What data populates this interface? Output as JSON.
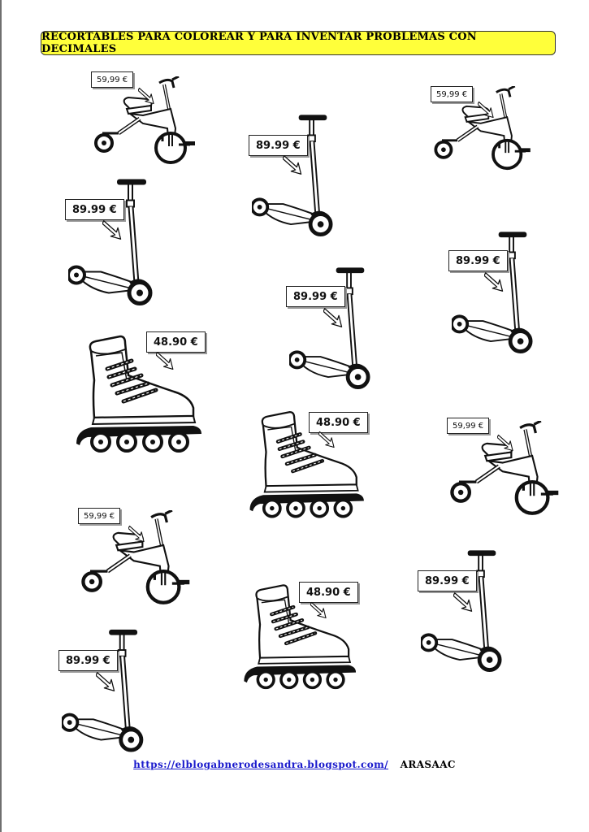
{
  "title": "RECORTABLES PARA COLOREAR Y PARA INVENTAR PROBLEMAS CON DECIMALES",
  "prices": {
    "tricycle": "59,99 €",
    "scooter": "89.99 €",
    "skate": "48.90 €"
  },
  "footer": {
    "link": "https://elblogabnerodesandra.blogspot.com/",
    "credit": "ARASAAC"
  }
}
